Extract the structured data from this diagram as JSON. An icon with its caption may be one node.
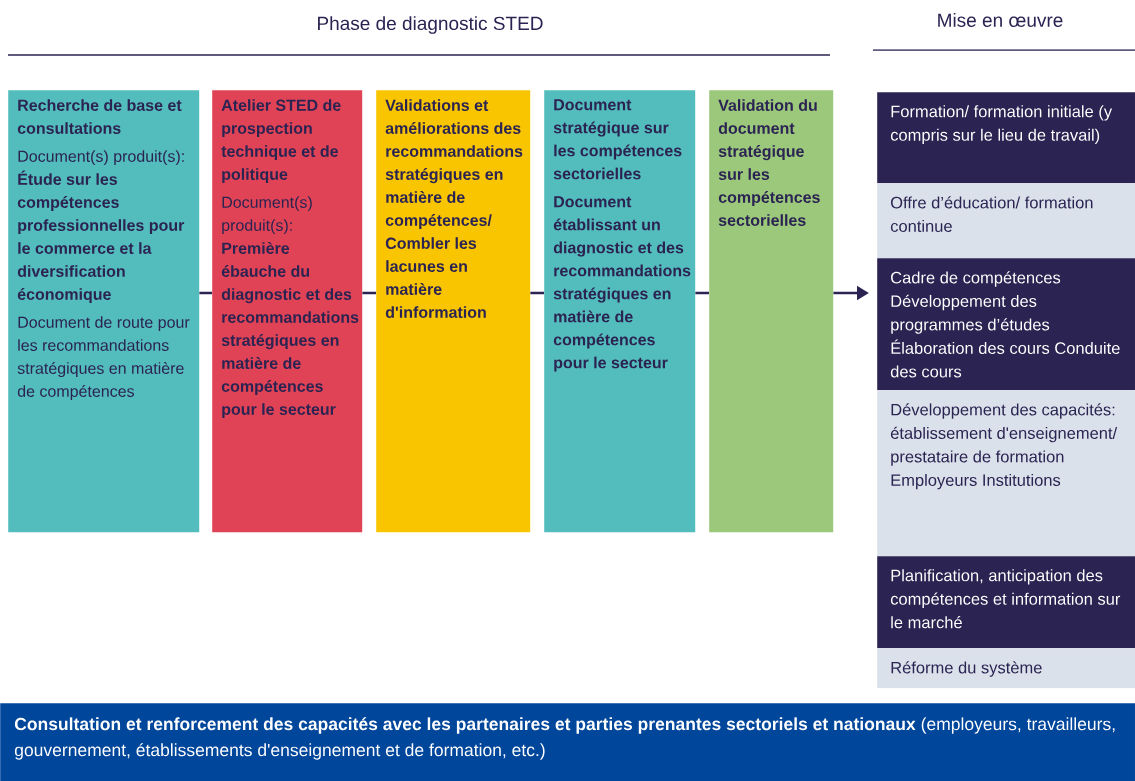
{
  "diagram": {
    "nodes": [
      {
        "text": [
          "Recherche de base et consultations",
          "Document(s) produit(s): **Étude sur les compétences professionnelles pour le commerce et la diversification économique**",
          "Document de route pour les recommandations stratégiques en matière de compétences"
        ]
      },
      {
        "text": [
          "Atelier STED de prospection technique et de politique",
          "Document(s) produit(s): **Première ébauche du diagnostic et des recommandations stratégiques en matière de compétences pour le secteur**"
        ]
      },
      {
        "text": [
          "Validations et améliorations des recommandations stratégiques en matière de compétences/ Combler les lacunes en matière d'information"
        ]
      },
      {
        "text": [
          "Document stratégique sur les compétences sectorielles",
          "Document établissant un diagnostic et des recommandations stratégiques en matière de compétences pour le secteur"
        ]
      },
      {
        "text": [
          "Validation du document stratégique sur les compétences sectorielles"
        ]
      },
      {
        "text": [
          "Formation/ formation initiale (y compris sur le lieu de travail)"
        ]
      },
      {
        "text": [
          "Offre d’éducation/ formation continue"
        ]
      },
      {
        "text": [
          "Cadre de compétences Développement des programmes d’études Élaboration des cours Conduite des cours"
        ]
      },
      {
        "text": [
          "Développement des capacités: établissement d'enseignement/ prestataire de formation Employeurs Institutions"
        ]
      },
      {
        "text": [
          "Planification, anticipation des compétences et information sur le marché"
        ]
      },
      {
        "text": [
          "Réforme du système"
        ]
      },
      {
        "text": [
          "**Consultation et renforcement des capacités avec les partenaires et parties prenantes sectoriels et nationaux** (employeurs, travailleurs, gouvernement, établissements d'enseignement et de formation, etc.)"
        ]
      }
    ],
    "edges": [
      {
        "from": 0,
        "to": 1,
        "arrow": "none"
      },
      {
        "from": 1,
        "to": 2,
        "arrow": "none"
      },
      {
        "from": 2,
        "to": 3,
        "arrow": "none"
      },
      {
        "from": 3,
        "to": 4,
        "arrow": "none"
      },
      {
        "from": 4,
        "to": 7,
        "arrow": "to"
      }
    ],
    "labels": [
      "Phase de diagnostic STED",
      "Mise en œuvre"
    ]
  }
}
